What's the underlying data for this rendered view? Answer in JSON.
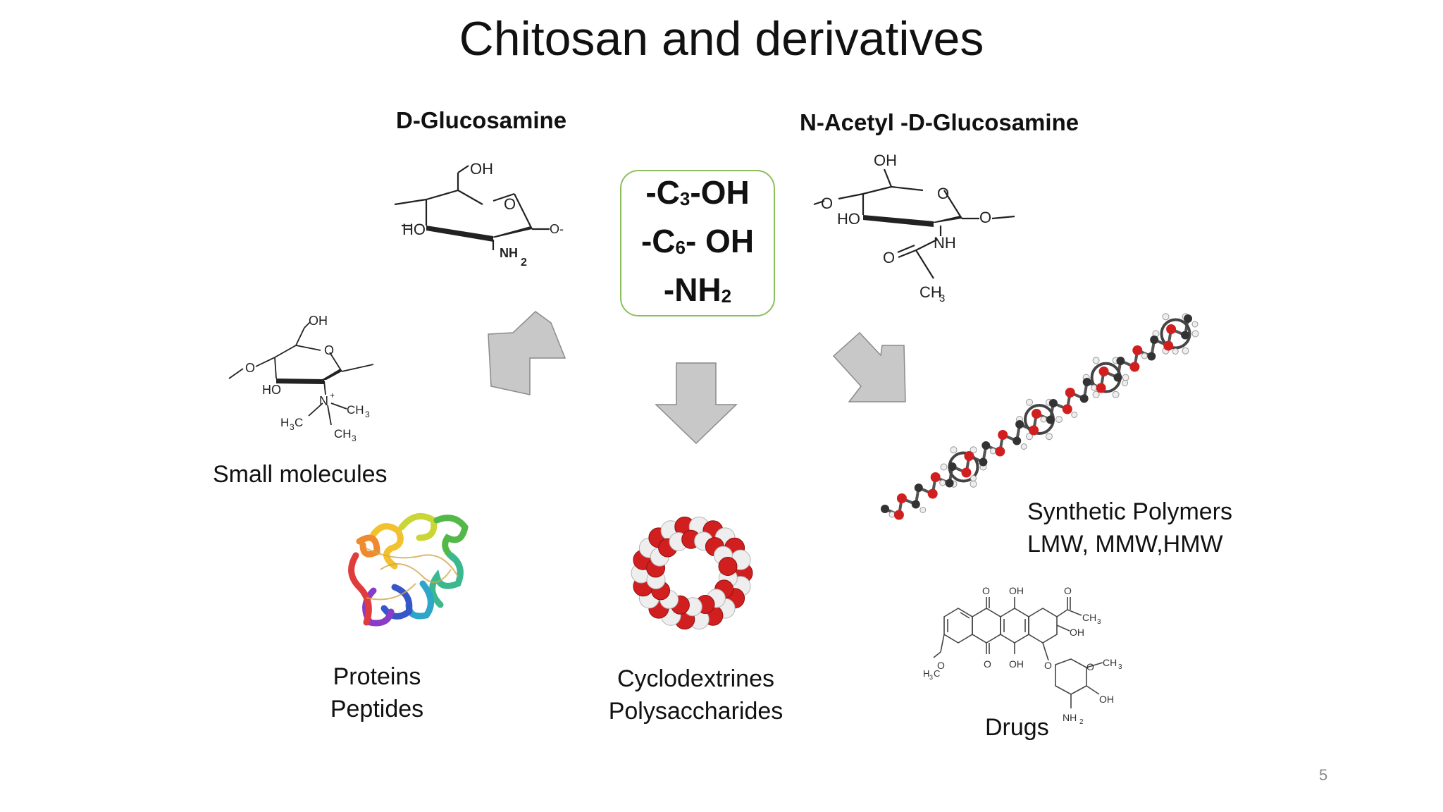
{
  "slide": {
    "title": "Chitosan and derivatives",
    "page_number": "5"
  },
  "monomers": {
    "left_heading": "D-Glucosamine",
    "right_heading": "N-Acetyl -D-Glucosamine"
  },
  "functional_groups": [
    {
      "prefix": "-C",
      "sub": "3",
      "suffix": "-OH"
    },
    {
      "prefix": "-C",
      "sub": "6",
      "suffix": "- OH"
    },
    {
      "prefix": "-NH",
      "sub": "2",
      "suffix": ""
    }
  ],
  "derivatives": {
    "small_molecules": "Small molecules",
    "proteins": [
      "Proteins",
      "Peptides"
    ],
    "cyclodextrines": [
      "Cyclodextrines",
      "Polysaccharides"
    ],
    "synthetic_polymers": [
      "Synthetic Polymers",
      "LMW, MMW,HMW"
    ],
    "drugs": "Drugs"
  },
  "structure_labels": {
    "glucosamine": [
      "OH",
      "O",
      "HO",
      "NH",
      "2",
      "O-"
    ],
    "acetylglucosamine": [
      "OH",
      "O",
      "HO",
      "NH",
      "O",
      "CH",
      "3"
    ],
    "quaternary": [
      "OH",
      "O",
      "O",
      "HO",
      "N",
      "+",
      "CH",
      "3",
      "H",
      "3",
      "C",
      "CH",
      "3"
    ],
    "drug": [
      "O",
      "OH",
      "O",
      "CH",
      "3",
      "OH",
      "H",
      "3",
      "C",
      "O",
      "O",
      "OH",
      "O",
      "O",
      "CH",
      "3",
      "OH",
      "NH",
      "2"
    ]
  },
  "colors": {
    "arrow_fill": "#c8c8c8",
    "arrow_stroke": "#8a8a8a",
    "box_border": "#8cbf5c",
    "oxygen_red": "#d11f1f",
    "carbon_dark": "#333333",
    "hydrogen_white": "#eeeeee"
  }
}
